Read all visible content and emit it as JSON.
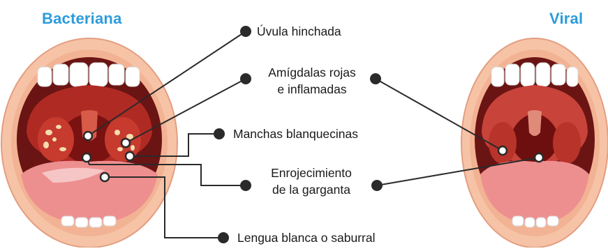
{
  "panels": {
    "bacterial_title": "Bacteriana",
    "viral_title": "Viral"
  },
  "labels": {
    "uvula": "Úvula hinchada",
    "tonsils_line1": "Amígdalas rojas",
    "tonsils_line2": "e inflamadas",
    "spots": "Manchas blanquecinas",
    "throat_line1": "Enrojecimiento",
    "throat_line2": "de la garganta",
    "tongue": "Lengua blanca o saburral"
  },
  "colors": {
    "title_blue": "#2d9bdb",
    "lip": "#f6c3a7",
    "lip_shadow": "#e39e80",
    "mouth_dark": "#6b1414",
    "throat_red": "#c12a22",
    "tongue": "#ee8f8f",
    "tonsil": "#c73a2e",
    "spot": "#f6dcb0",
    "line": "#2a2a2a"
  }
}
